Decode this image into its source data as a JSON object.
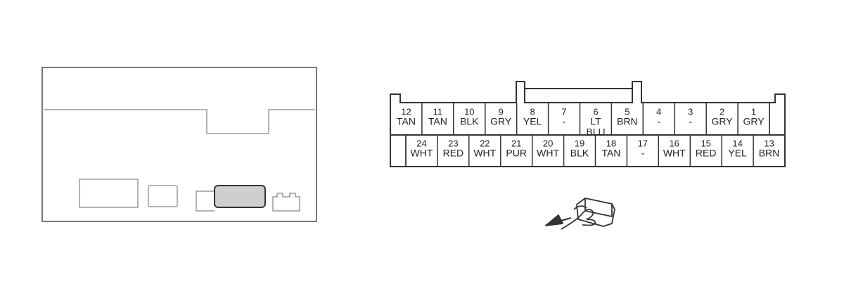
{
  "colors": {
    "outline": "#333333",
    "faint_outline": "#9a9a9a",
    "highlight_fill": "#cfcfcf",
    "background": "#ffffff"
  },
  "connector": {
    "top_row": [
      {
        "num": "12",
        "wire": [
          "TAN"
        ]
      },
      {
        "num": "11",
        "wire": [
          "TAN"
        ]
      },
      {
        "num": "10",
        "wire": [
          "BLK"
        ]
      },
      {
        "num": "9",
        "wire": [
          "GRY"
        ]
      },
      {
        "num": "8",
        "wire": [
          "YEL"
        ]
      },
      {
        "num": "7",
        "wire": [
          "-"
        ]
      },
      {
        "num": "6",
        "wire": [
          "LT",
          "BLU"
        ]
      },
      {
        "num": "5",
        "wire": [
          "BRN"
        ]
      },
      {
        "num": "4",
        "wire": [
          "-"
        ]
      },
      {
        "num": "3",
        "wire": [
          "-"
        ]
      },
      {
        "num": "2",
        "wire": [
          "GRY"
        ]
      },
      {
        "num": "1",
        "wire": [
          "GRY"
        ]
      }
    ],
    "bottom_row": [
      {
        "num": "24",
        "wire": [
          "WHT"
        ]
      },
      {
        "num": "23",
        "wire": [
          "RED"
        ]
      },
      {
        "num": "22",
        "wire": [
          "WHT"
        ]
      },
      {
        "num": "21",
        "wire": [
          "PUR"
        ]
      },
      {
        "num": "20",
        "wire": [
          "WHT"
        ]
      },
      {
        "num": "19",
        "wire": [
          "BLK"
        ]
      },
      {
        "num": "18",
        "wire": [
          "TAN"
        ]
      },
      {
        "num": "17",
        "wire": [
          "-"
        ]
      },
      {
        "num": "16",
        "wire": [
          "WHT"
        ]
      },
      {
        "num": "15",
        "wire": [
          "RED"
        ]
      },
      {
        "num": "14",
        "wire": [
          "YEL"
        ]
      },
      {
        "num": "13",
        "wire": [
          "BRN"
        ]
      }
    ]
  },
  "icons": {
    "locator": "unit-locator-icon",
    "highlighted_connector": "connector-location-icon",
    "viewing_direction": "hand-pointer-arrow-icon"
  }
}
